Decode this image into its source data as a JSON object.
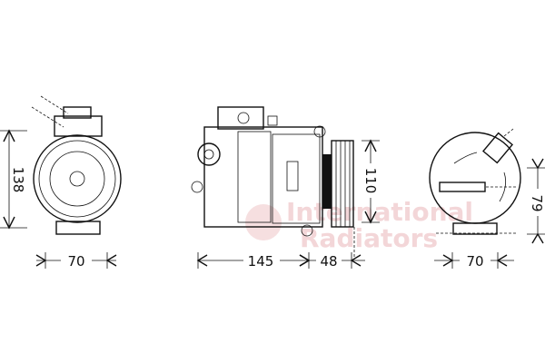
{
  "watermark": {
    "line1": "International",
    "line2": "Radiators",
    "color": "#f3d6d8"
  },
  "views": {
    "left": {
      "height_dim": "138",
      "width_dim": "70"
    },
    "side": {
      "length_dim": "145",
      "pulley_dim": "48",
      "height_dim": "110"
    },
    "right": {
      "width_dim": "70",
      "offset_dim": "79"
    }
  }
}
